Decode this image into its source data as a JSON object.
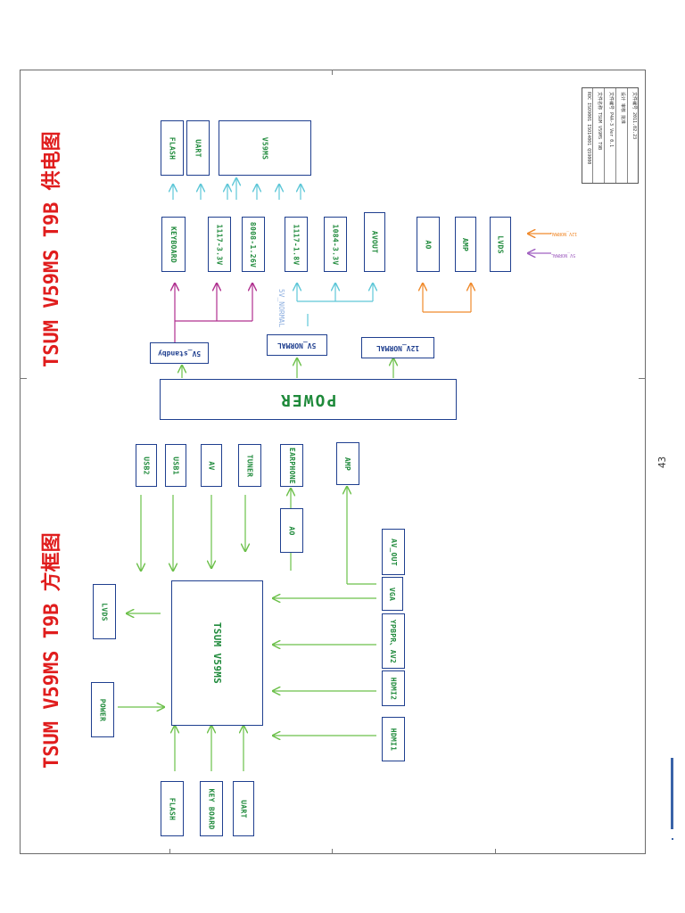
{
  "titles": {
    "power_map": "TSUM V59MS T9B 供电图",
    "block_diagram": "TSUM V59MS T9B 方框图"
  },
  "page_number": "43",
  "power": {
    "main_label": "POWER",
    "rails": {
      "standby": "5V_standby",
      "normal5v": "5V_NORMAL",
      "normal12v": "12V_NORMAL"
    },
    "rail_note_5v": "5V_NORMAL",
    "regulators": [
      "KEYBOARD",
      "1117-3.3V",
      "8008-1.26V",
      "1117-1.8V",
      "1084-3.3V",
      "AVOUT"
    ],
    "loads": [
      "FLASH",
      "UART",
      "V59MS"
    ],
    "amp_section": [
      "AO",
      "AMP",
      "LVDS"
    ],
    "inputs": {
      "in12v": "12V_NORMAL",
      "in5v": "5V_NORMAL"
    }
  },
  "block": {
    "soc": "TSUM V59MS",
    "top_row": [
      "USB2",
      "USB1",
      "AV",
      "TUNER",
      "EARPHONE",
      "AMP"
    ],
    "ao": "AO",
    "left": [
      "LVDS",
      "POWER"
    ],
    "right": [
      "AV_OUT",
      "VGA",
      "YPBPR、AV2",
      "HDMI2",
      "HDMI1"
    ],
    "bottom": [
      "FLASH",
      "KEY BOARD",
      "UART"
    ]
  },
  "title_block": {
    "model": "TSUM V59MS",
    "suffix": "T9B",
    "rows": [
      "ROC ISO9001 ISO14001 QS9000",
      "文件名称 TSUM V59MS T9B",
      "文件编号 P4A-3 Ver 0.1",
      "设计 审核 批准",
      "文件编号 2011.02.23"
    ]
  },
  "colors": {
    "green": "#1f8a3b",
    "blue": "#1f3f8f",
    "cyan": "#5fc7d8",
    "magenta": "#b0308f",
    "orange": "#f08a2c",
    "red": "#e01d1d",
    "lime": "#6cc04a"
  }
}
